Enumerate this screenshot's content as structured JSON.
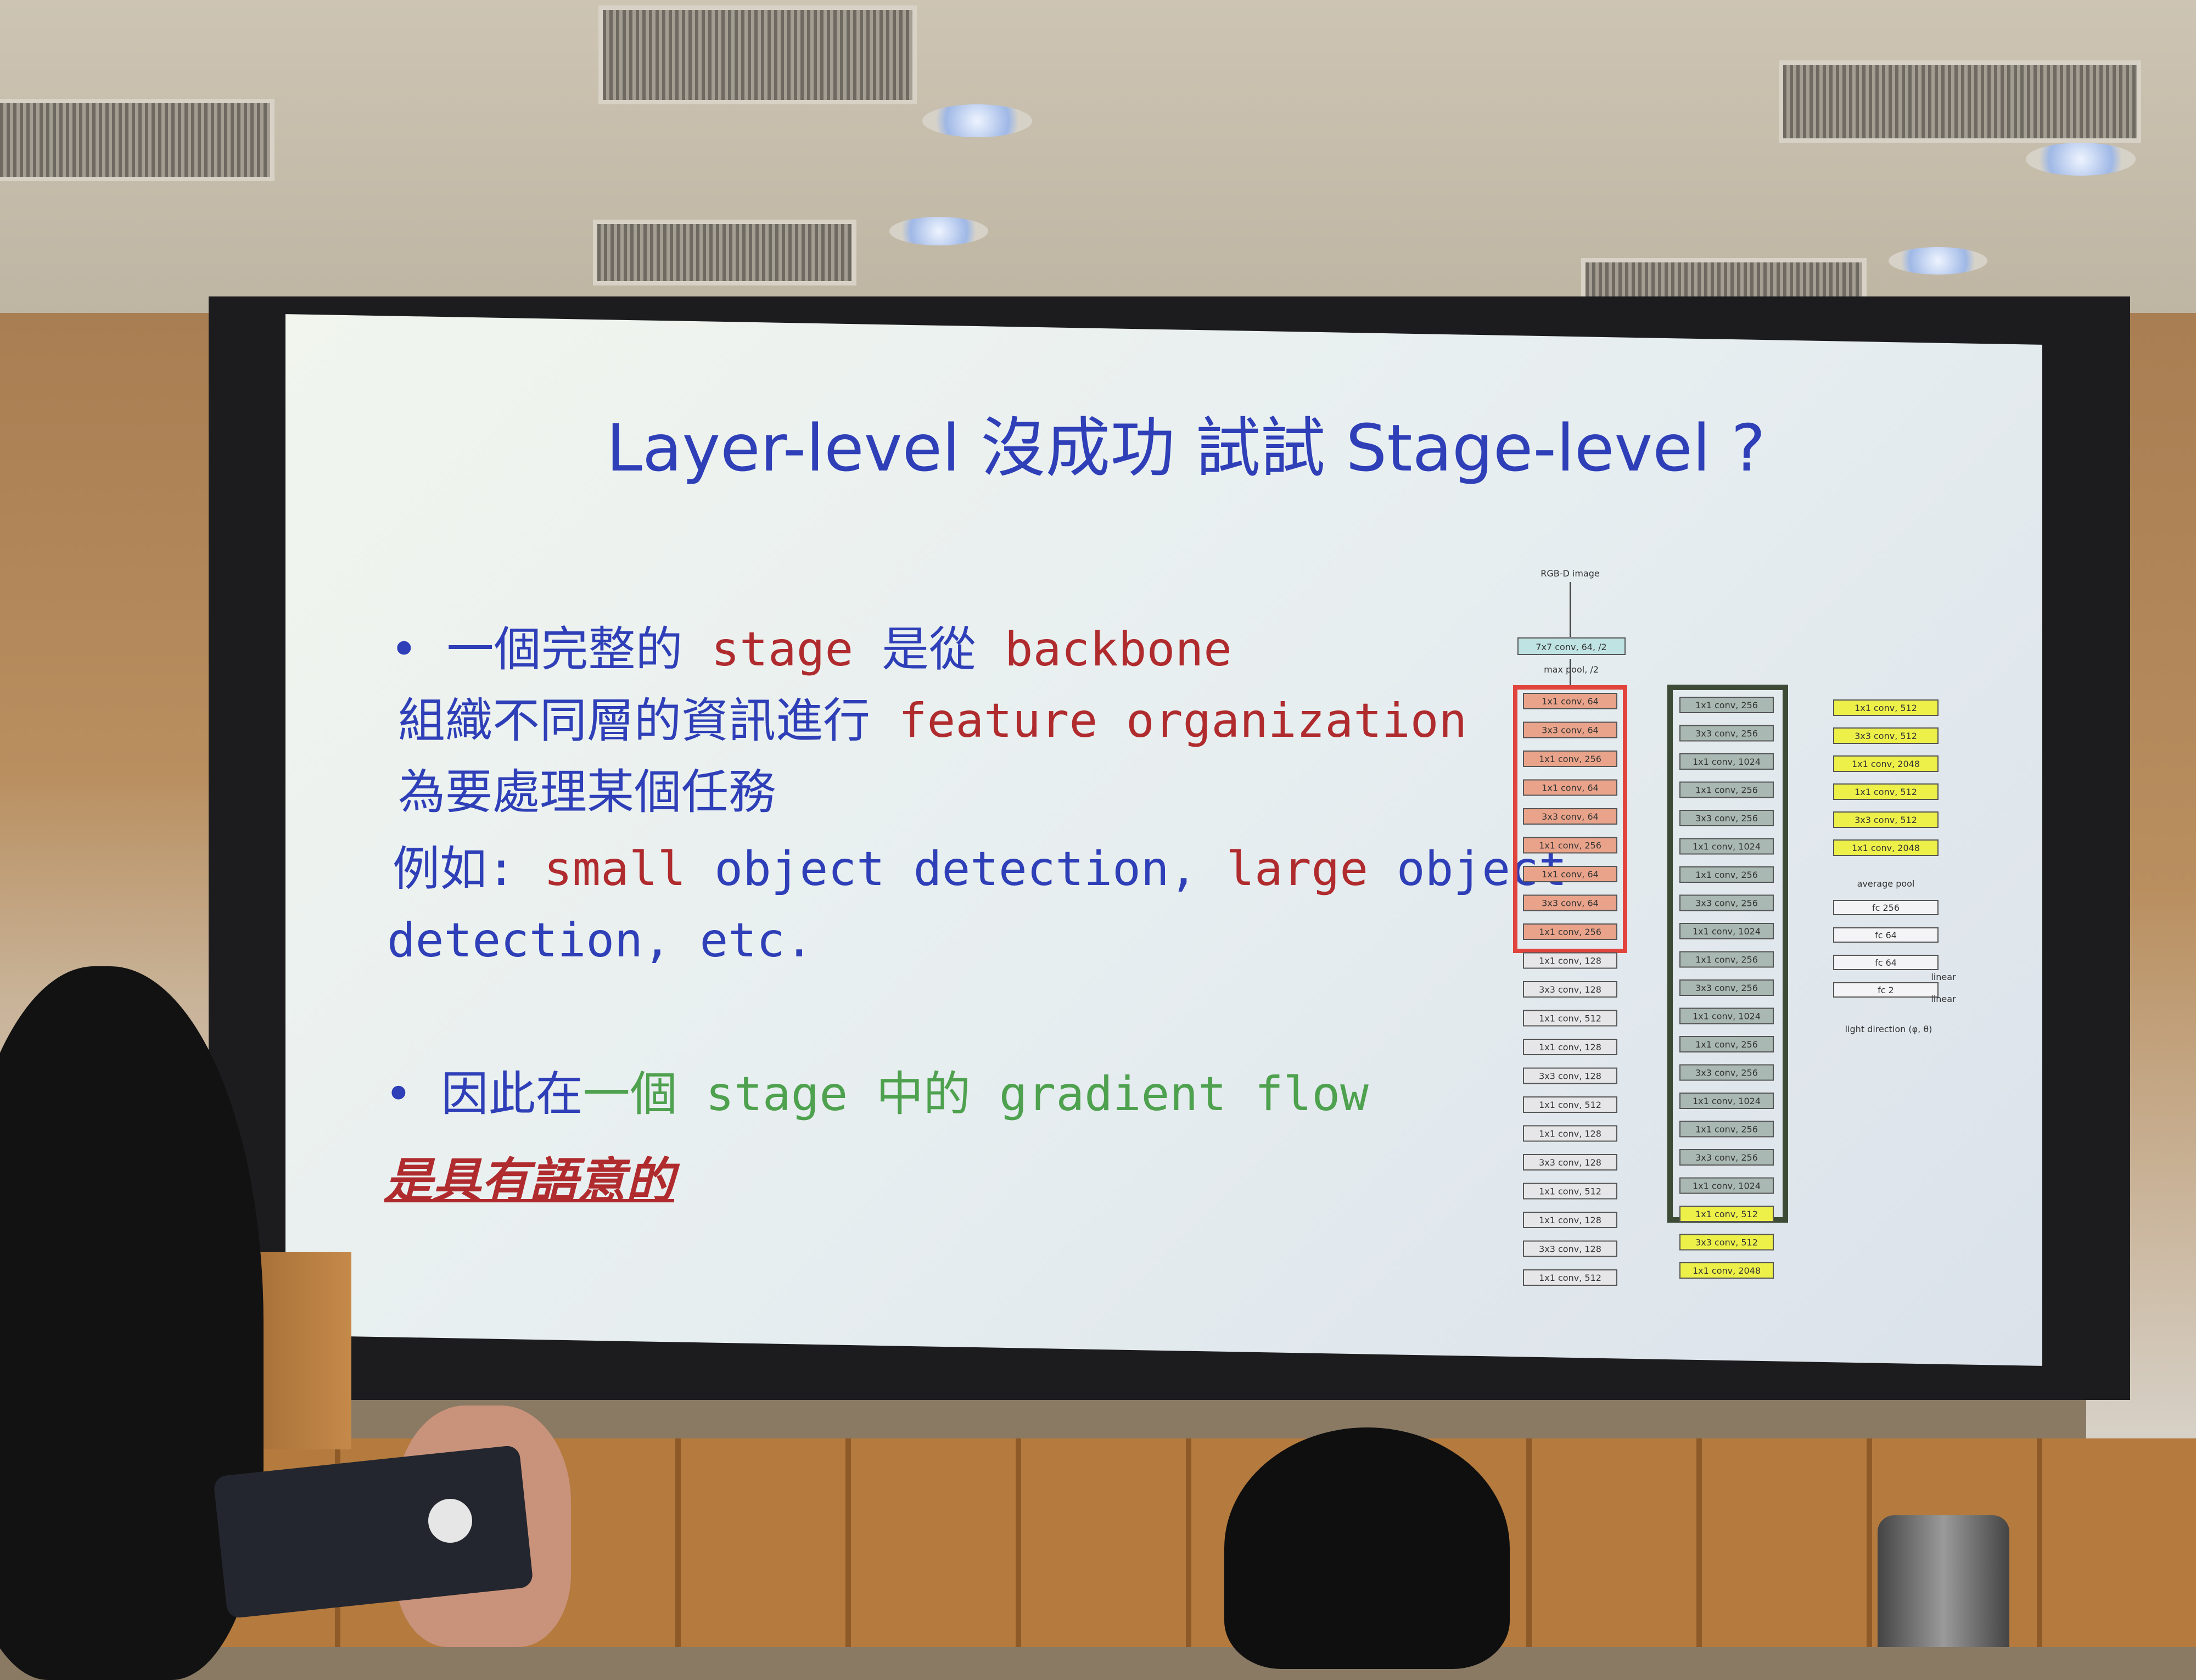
{
  "slide": {
    "title": "Layer-level 沒成功 試試 Stage-level ?",
    "bullet1": {
      "line1": [
        {
          "text": "• 一個完整的 ",
          "color": "blue"
        },
        {
          "text": "stage",
          "color": "red"
        },
        {
          "text": " 是從 ",
          "color": "blue"
        },
        {
          "text": "backbone",
          "color": "red"
        }
      ],
      "line2": [
        {
          "text": "組織不同層的資訊進行 ",
          "color": "blue"
        },
        {
          "text": "feature organization",
          "color": "red"
        }
      ],
      "line3": [
        {
          "text": "為要處理某個任務",
          "color": "blue"
        }
      ],
      "line4": [
        {
          "text": "例如: ",
          "color": "blue"
        },
        {
          "text": "small",
          "color": "red"
        },
        {
          "text": " object detection, ",
          "color": "blue"
        },
        {
          "text": "large",
          "color": "red"
        },
        {
          "text": " object",
          "color": "blue"
        }
      ],
      "line5": [
        {
          "text": "detection, etc.",
          "color": "blue"
        }
      ]
    },
    "bullet2": {
      "line1": [
        {
          "text": "• 因此在",
          "color": "blue"
        },
        {
          "text": "一個 stage 中的 gradient flow",
          "color": "green"
        }
      ],
      "emphasis": "是具有語意的"
    },
    "colors": {
      "blue": "#2e3fb8",
      "red": "#b02b2e",
      "green": "#4ea14e"
    }
  },
  "diagram": {
    "input_label": "RGB-D image",
    "stem": {
      "conv": "7x7 conv, 64, /2",
      "pool": "max pool, /2"
    },
    "column1": [
      "1x1 conv, 64",
      "3x3 conv, 64",
      "1x1 conv, 256",
      "1x1 conv, 64",
      "3x3 conv, 64",
      "1x1 conv, 256",
      "1x1 conv, 64",
      "3x3 conv, 64",
      "1x1 conv, 256",
      "1x1 conv, 128",
      "3x3 conv, 128",
      "1x1 conv, 512",
      "1x1 conv, 128",
      "3x3 conv, 128",
      "1x1 conv, 512",
      "1x1 conv, 128",
      "3x3 conv, 128",
      "1x1 conv, 512",
      "1x1 conv, 128",
      "3x3 conv, 128",
      "1x1 conv, 512"
    ],
    "column2": [
      "1x1 conv, 256",
      "3x3 conv, 256",
      "1x1 conv, 1024",
      "1x1 conv, 256",
      "3x3 conv, 256",
      "1x1 conv, 1024",
      "1x1 conv, 256",
      "3x3 conv, 256",
      "1x1 conv, 1024",
      "1x1 conv, 256",
      "3x3 conv, 256",
      "1x1 conv, 1024",
      "1x1 conv, 256",
      "3x3 conv, 256",
      "1x1 conv, 1024",
      "1x1 conv, 256",
      "3x3 conv, 256",
      "1x1 conv, 1024",
      "1x1 conv, 512",
      "3x3 conv, 512",
      "1x1 conv, 2048"
    ],
    "column3": [
      "1x1 conv, 512",
      "3x3 conv, 512",
      "1x1 conv, 2048",
      "1x1 conv, 512",
      "3x3 conv, 512",
      "1x1 conv, 2048"
    ],
    "head_label": "average pool",
    "head": [
      "fc 256",
      "fc 64",
      "fc 64",
      "fc 2"
    ],
    "head_notes": [
      "linear",
      "linear"
    ],
    "output_label": "light direction (φ, θ)",
    "colors": {
      "stage_red": "#e8a38a",
      "stage_gray": "#a9b8b2",
      "stage_yellow": "#eef04a",
      "plain": "#e6e6e8",
      "stem": "#bfe3e2"
    }
  }
}
